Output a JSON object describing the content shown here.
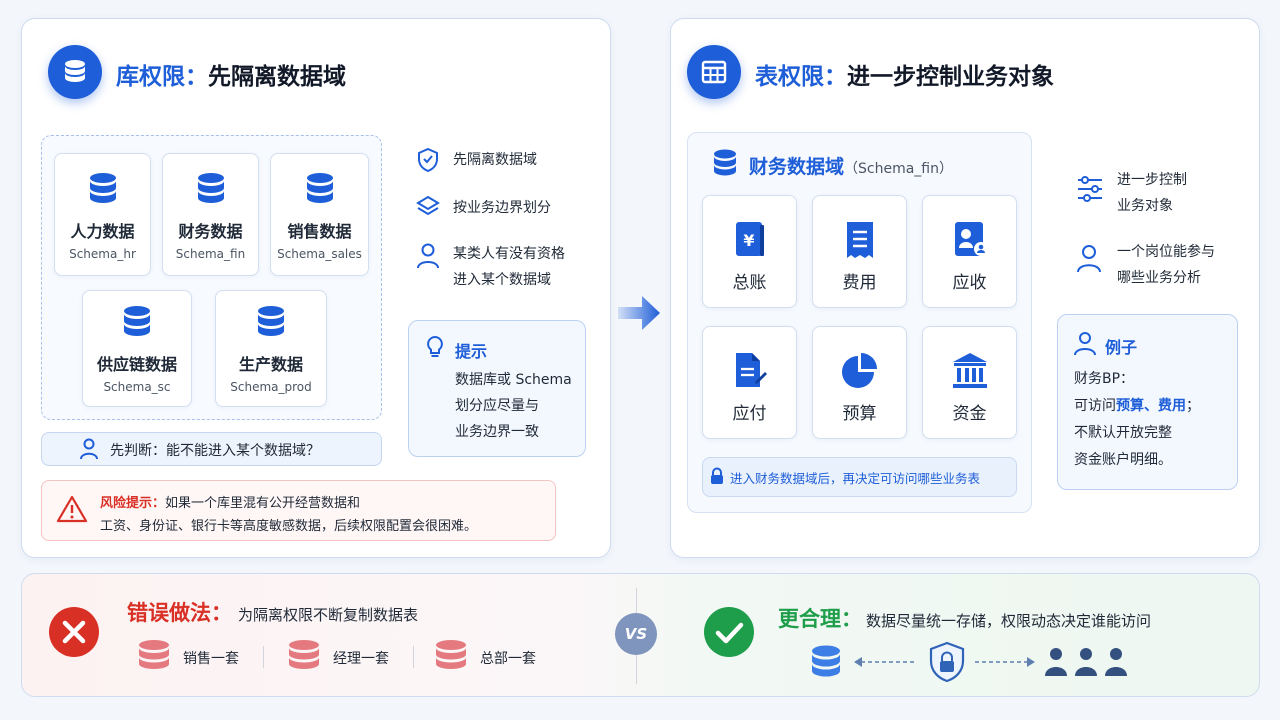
{
  "colors": {
    "accent": "#1e5ed8",
    "danger": "#d93025",
    "success": "#1e9e4a",
    "red_db": "#e47a7f"
  },
  "left": {
    "title_accent": "库权限：",
    "title_main": "先隔离数据域",
    "databases": [
      {
        "name": "人力数据",
        "schema": "Schema_hr"
      },
      {
        "name": "财务数据",
        "schema": "Schema_fin"
      },
      {
        "name": "销售数据",
        "schema": "Schema_sales"
      },
      {
        "name": "供应链数据",
        "schema": "Schema_sc"
      },
      {
        "name": "生产数据",
        "schema": "Schema_prod"
      }
    ],
    "features": [
      "先隔离数据域",
      "按业务边界划分",
      "某类人有没有资格",
      "进入某个数据域"
    ],
    "tip_title": "提示",
    "tip_lines": [
      "数据库或 Schema",
      "划分应尽量与",
      "业务边界一致"
    ],
    "judge": "先判断：能不能进入某个数据域？",
    "risk_label": "风险提示：",
    "risk_line1": "如果一个库里混有公开经营数据和",
    "risk_line2": "工资、身份证、银行卡等高度敏感数据，后续权限配置会很困难。"
  },
  "right": {
    "title_accent": "表权限：",
    "title_main": "进一步控制业务对象",
    "domain_title": "财务数据域",
    "domain_schema": "（Schema_fin）",
    "tables": [
      "总账",
      "费用",
      "应收",
      "应付",
      "预算",
      "资金"
    ],
    "note": "进入财务数据域后，再决定可访问哪些业务表",
    "features": [
      "进一步控制",
      "业务对象",
      "一个岗位能参与",
      "哪些业务分析"
    ],
    "example_title": "例子",
    "example_line1": "财务BP：",
    "example_line2_prefix": "可访问",
    "example_line2_highlight": "预算、费用",
    "example_line2_suffix": "；",
    "example_line3": "不默认开放完整",
    "example_line4": "资金账户明细。"
  },
  "bottom": {
    "wrong_title": "错误做法：",
    "wrong_desc": "为隔离权限不断复制数据表",
    "copies": [
      "销售一套",
      "经理一套",
      "总部一套"
    ],
    "vs": "VS",
    "right_title": "更合理：",
    "right_desc": "数据尽量统一存储，权限动态决定谁能访问"
  }
}
